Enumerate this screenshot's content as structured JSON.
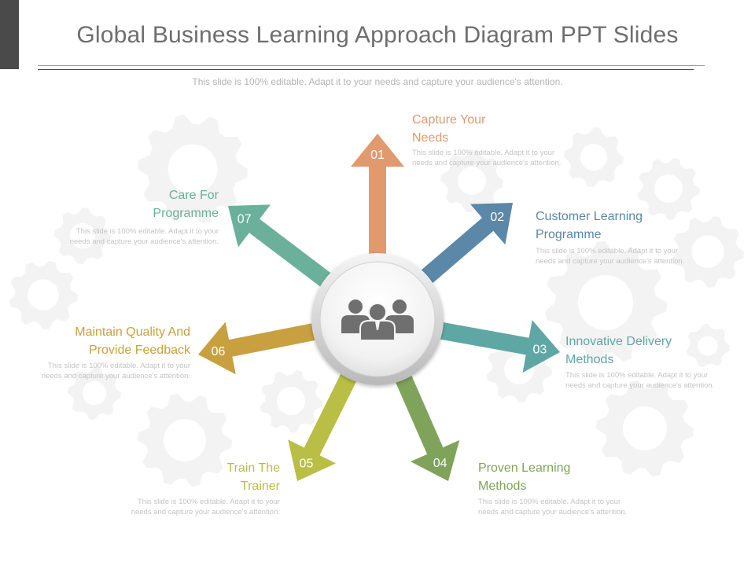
{
  "title": "Global Business Learning Approach Diagram PPT Slides",
  "subtitle": "This slide is 100% editable. Adapt it to your needs and capture your audience's attention.",
  "center_icon": "people-group-icon",
  "items": [
    {
      "num": "01",
      "title_line1": "Capture Your",
      "title_line2": "Needs",
      "desc_line1": "This slide is 100% editable. Adapt it to your",
      "desc_line2": "needs and capture your audience's attention.",
      "color": "#E09A6E"
    },
    {
      "num": "02",
      "title_line1": "Customer Learning",
      "title_line2": "Programme",
      "desc_line1": "This slide is 100% editable. Adapt it to your",
      "desc_line2": "needs and capture your audience's attention.",
      "color": "#5B87A8"
    },
    {
      "num": "03",
      "title_line1": "Innovative Delivery",
      "title_line2": "Methods",
      "desc_line1": "This slide is 100% editable. Adapt it to your",
      "desc_line2": "needs and capture your audience's attention.",
      "color": "#5FA7A5"
    },
    {
      "num": "04",
      "title_line1": "Proven Learning",
      "title_line2": "Methods",
      "desc_line1": "This slide is 100% editable. Adapt it to your",
      "desc_line2": "needs and capture your audience's attention.",
      "color": "#7FA35A"
    },
    {
      "num": "05",
      "title_line1": "Train The",
      "title_line2": "Trainer",
      "desc_line1": "This slide is 100% editable. Adapt it to your",
      "desc_line2": "needs and capture your audience's attention.",
      "color": "#B9BE45"
    },
    {
      "num": "06",
      "title_line1": "Maintain Quality And",
      "title_line2": "Provide Feedback",
      "desc_line1": "This slide is 100% editable. Adapt it to your",
      "desc_line2": "needs and capture your audience's attention.",
      "color": "#C8A040"
    },
    {
      "num": "07",
      "title_line1": "Care For",
      "title_line2": "Programme",
      "desc_line1": "This slide is 100% editable. Adapt it to your",
      "desc_line2": "needs and capture your audience's attention.",
      "color": "#6BB09A"
    }
  ]
}
